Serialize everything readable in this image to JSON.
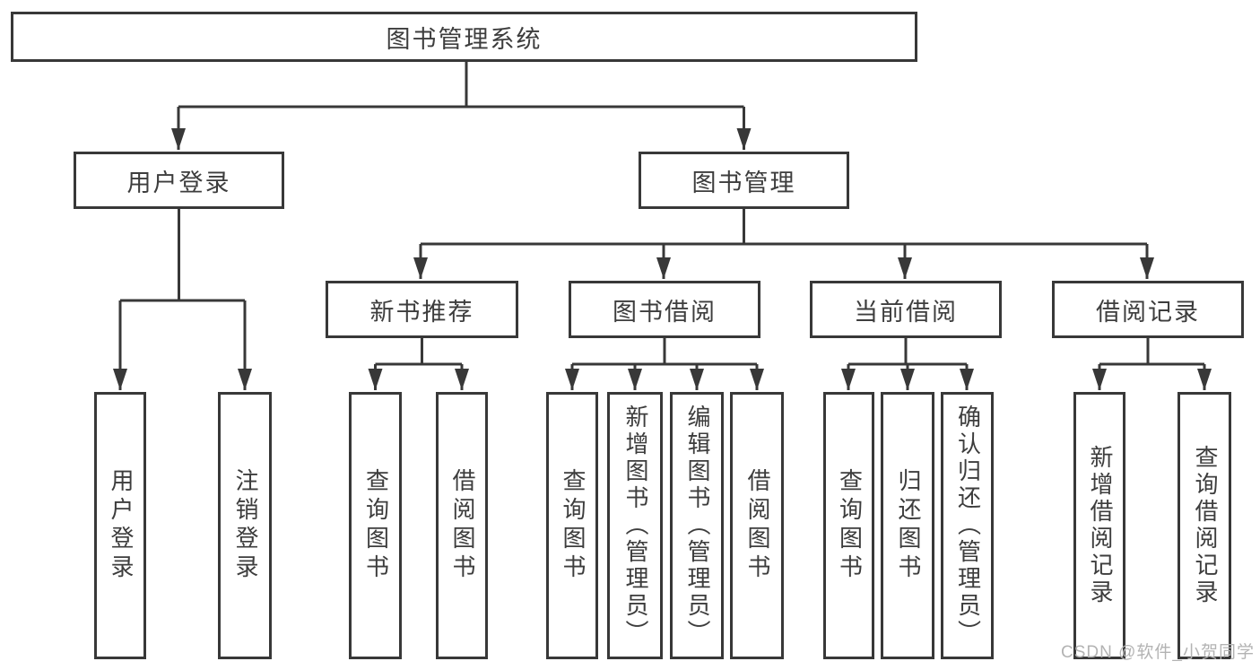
{
  "diagram": {
    "root_label": "图书管理系统",
    "level1": [
      {
        "label": "用户登录"
      },
      {
        "label": "图书管理"
      }
    ],
    "level2": [
      {
        "label": "新书推荐",
        "parent": "图书管理"
      },
      {
        "label": "图书借阅",
        "parent": "图书管理"
      },
      {
        "label": "当前借阅",
        "parent": "图书管理"
      },
      {
        "label": "借阅记录",
        "parent": "图书管理"
      }
    ],
    "leaves": [
      {
        "label": "用户登录",
        "parent": "用户登录"
      },
      {
        "label": "注销登录",
        "parent": "用户登录"
      },
      {
        "label": "查询图书",
        "parent": "新书推荐"
      },
      {
        "label": "借阅图书",
        "parent": "新书推荐"
      },
      {
        "label": "查询图书",
        "parent": "图书借阅"
      },
      {
        "label": "新增图书（管理员）",
        "parent": "图书借阅"
      },
      {
        "label": "编辑图书（管理员）",
        "parent": "图书借阅"
      },
      {
        "label": "借阅图书",
        "parent": "图书借阅"
      },
      {
        "label": "查询图书",
        "parent": "当前借阅"
      },
      {
        "label": "归还图书",
        "parent": "当前借阅"
      },
      {
        "label": "确认归还（管理员）",
        "parent": "当前借阅"
      },
      {
        "label": "新增借阅记录",
        "parent": "借阅记录"
      },
      {
        "label": "查询借阅记录",
        "parent": "借阅记录"
      }
    ],
    "watermark": "CSDN @软件_小贺同学",
    "colors": {
      "line": "#383838",
      "text": "#3d3d3d",
      "watermark": "#b3b3b3",
      "background": "#ffffff"
    }
  }
}
